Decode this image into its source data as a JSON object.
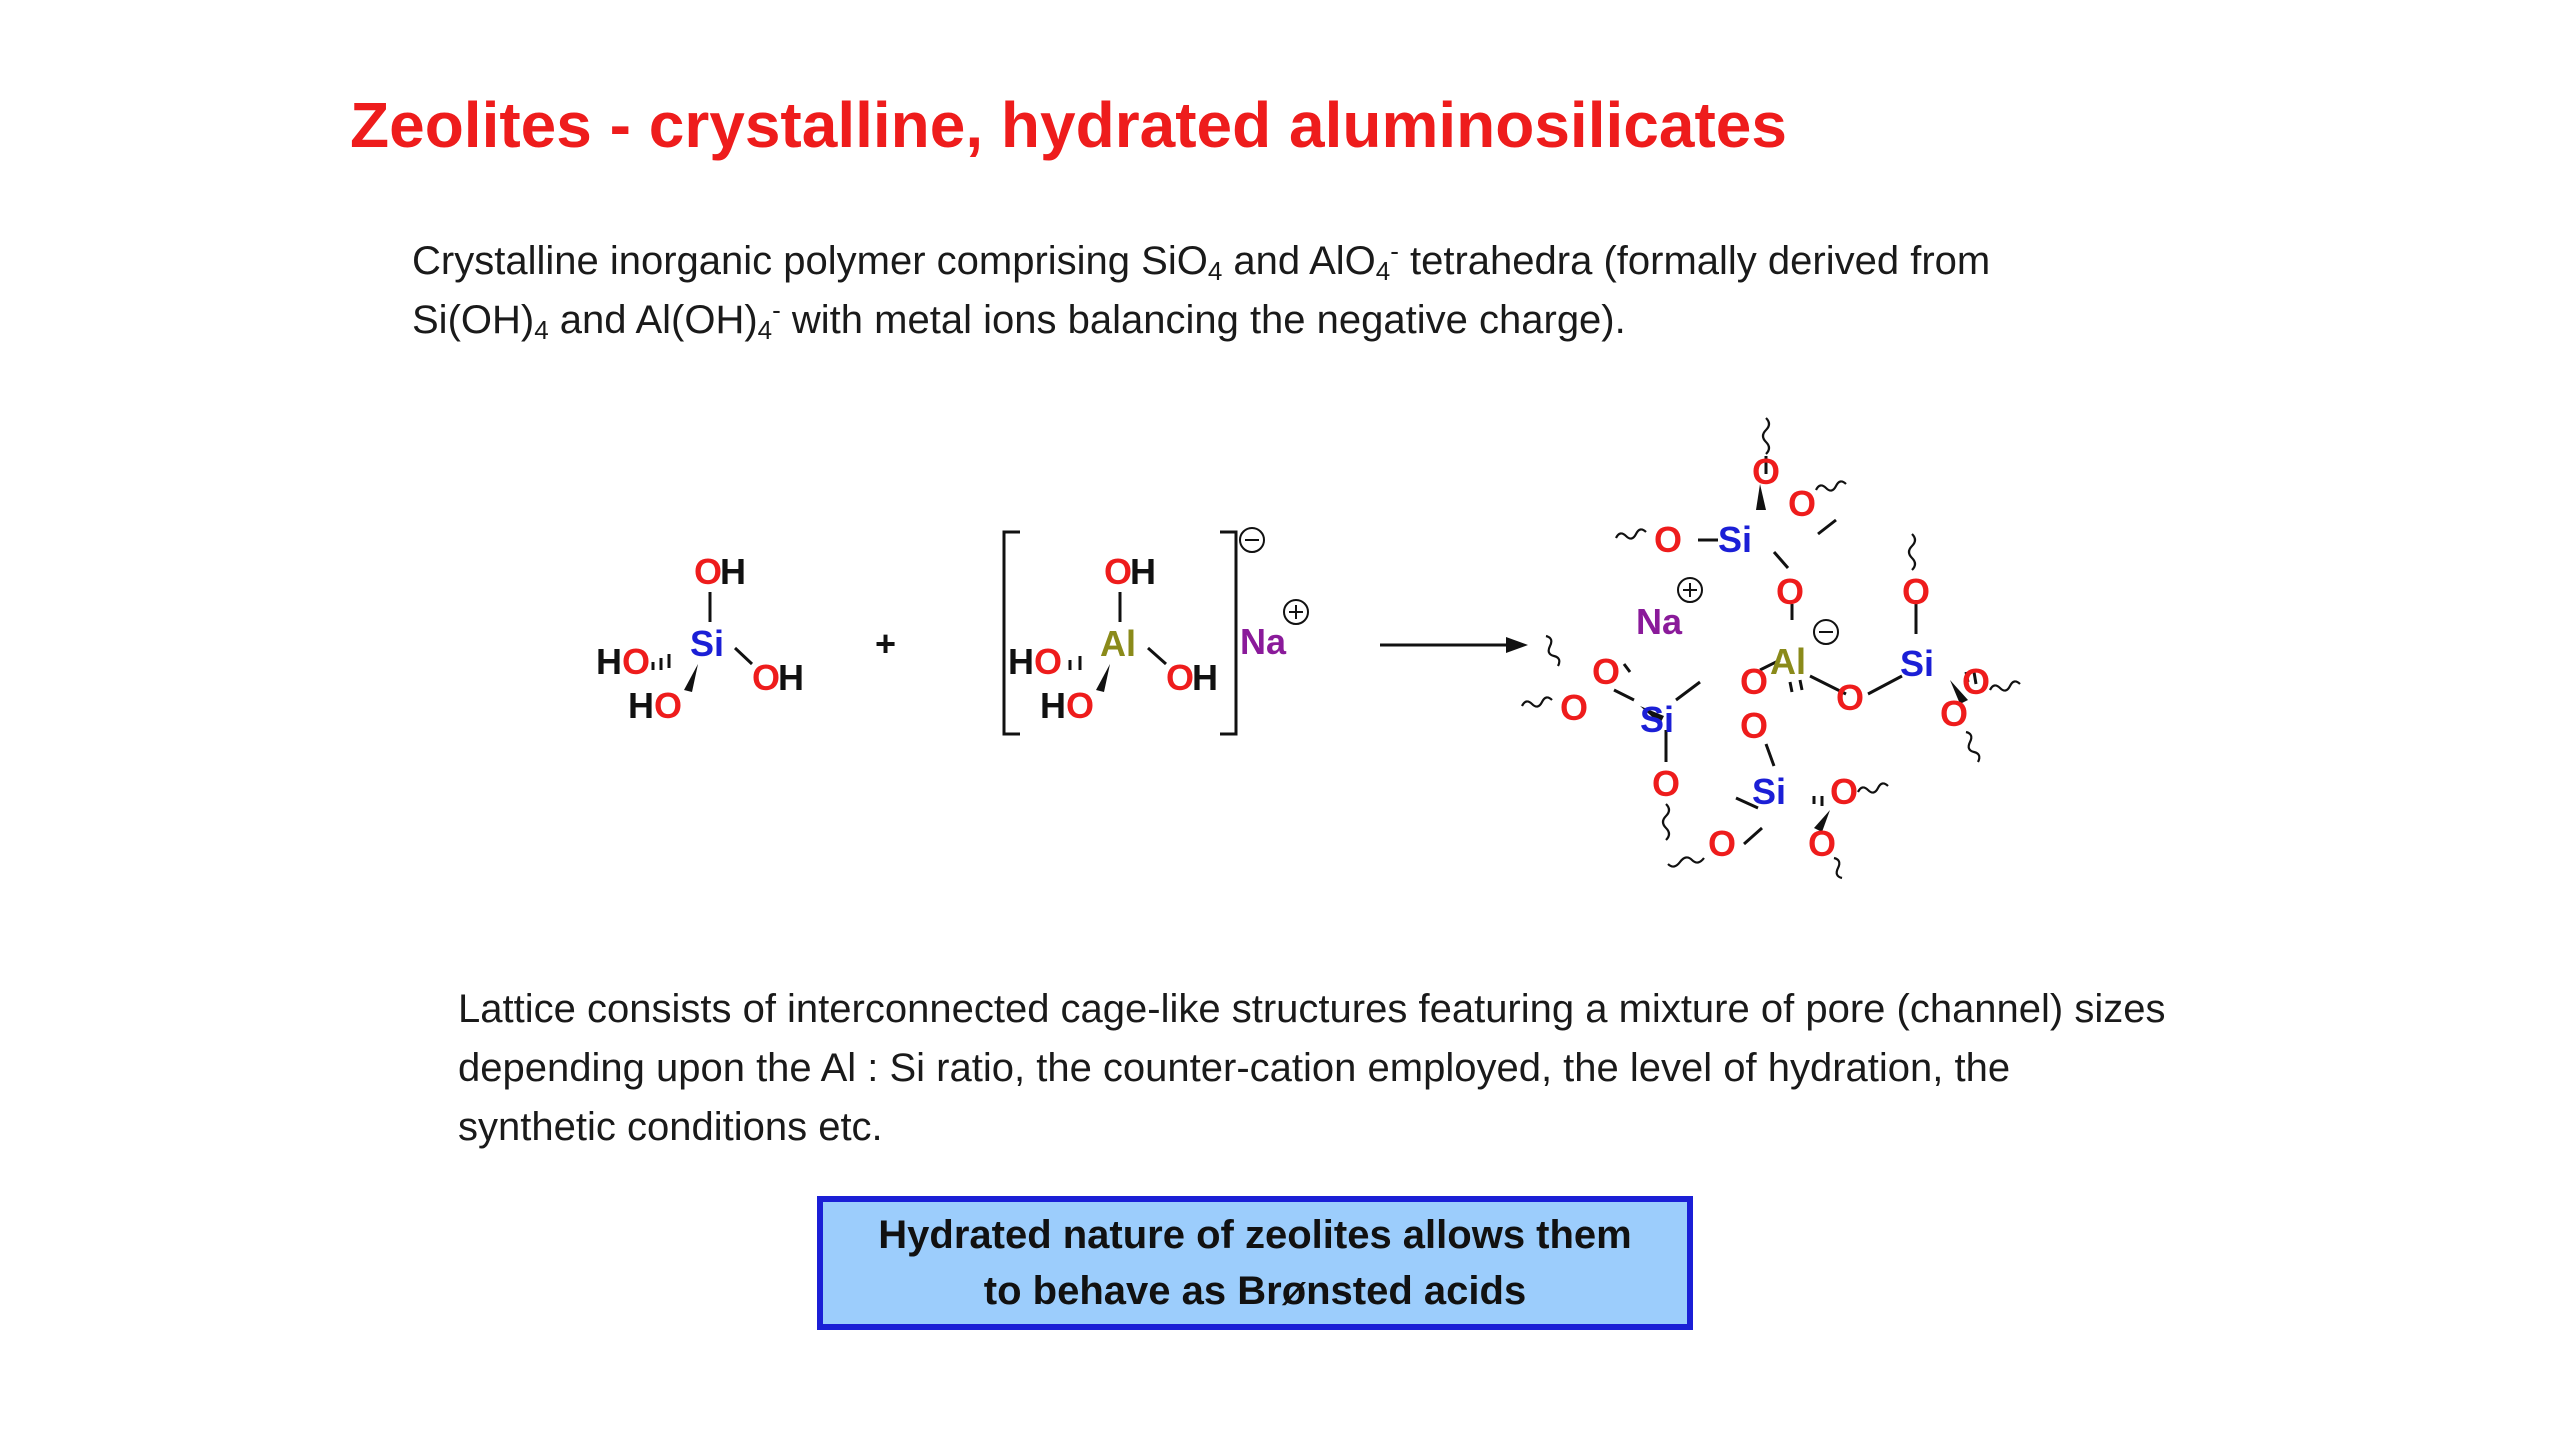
{
  "slide": {
    "title": "Zeolites - crystalline, hydrated aluminosilicates",
    "intro": {
      "t1": "Crystalline inorganic polymer comprising SiO",
      "s1": "4",
      "t2": " and AlO",
      "s2": "4",
      "p2": "-",
      "t3": " tetrahedra (formally derived from",
      "t4": "Si(OH)",
      "s3": "4",
      "t5": " and Al(OH)",
      "s4": "4",
      "p4": "-",
      "t6": " with metal ions balancing the negative charge)."
    },
    "lattice_text": "Lattice consists of interconnected cage-like structures featuring a mixture of pore (channel) sizes depending upon the Al : Si ratio, the counter-cation employed, the level of hydration, the synthetic conditions etc.",
    "callout": {
      "line1": "Hydrated nature of zeolites allows them",
      "line2": "to behave as Brønsted acids"
    }
  },
  "scheme": {
    "silicic_acid": {
      "oh": "OH",
      "ho": "HO",
      "si": "Si",
      "o": "O",
      "h": "H"
    },
    "plus": "+",
    "aluminate": {
      "oh": "OH",
      "ho": "HO",
      "al": "Al",
      "o": "O",
      "h": "H",
      "na": "Na"
    },
    "zeolite": {
      "o": "O",
      "si": "Si",
      "al": "Al",
      "na": "Na"
    }
  },
  "colors": {
    "title": "#ee1c1c",
    "oxygen": "#ee1c1c",
    "silicon": "#1b1fd6",
    "aluminium": "#8a8a1a",
    "sodium": "#8a1a9a",
    "callout_fill": "#9ccdfc",
    "callout_border": "#1b1fd6"
  }
}
